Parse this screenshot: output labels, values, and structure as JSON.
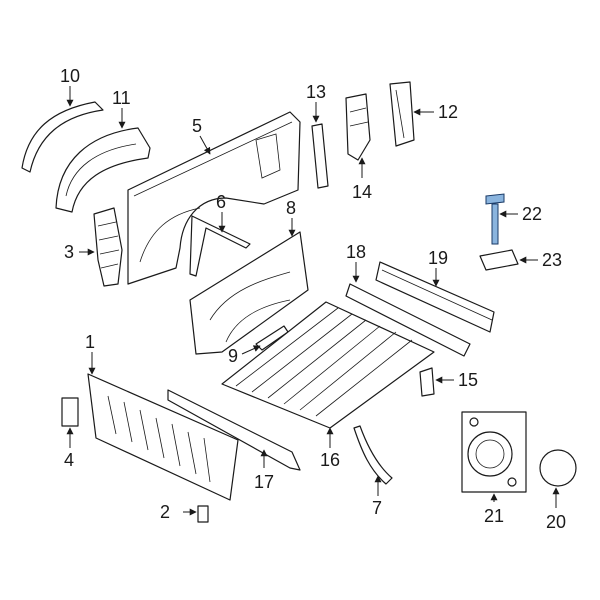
{
  "diagram": {
    "callouts": [
      {
        "id": "1",
        "label": "1"
      },
      {
        "id": "2",
        "label": "2"
      },
      {
        "id": "3",
        "label": "3"
      },
      {
        "id": "4",
        "label": "4"
      },
      {
        "id": "5",
        "label": "5"
      },
      {
        "id": "6",
        "label": "6"
      },
      {
        "id": "7",
        "label": "7"
      },
      {
        "id": "8",
        "label": "8"
      },
      {
        "id": "9",
        "label": "9"
      },
      {
        "id": "10",
        "label": "10"
      },
      {
        "id": "11",
        "label": "11"
      },
      {
        "id": "12",
        "label": "12"
      },
      {
        "id": "13",
        "label": "13"
      },
      {
        "id": "14",
        "label": "14"
      },
      {
        "id": "15",
        "label": "15"
      },
      {
        "id": "16",
        "label": "16"
      },
      {
        "id": "17",
        "label": "17"
      },
      {
        "id": "18",
        "label": "18"
      },
      {
        "id": "19",
        "label": "19"
      },
      {
        "id": "20",
        "label": "20"
      },
      {
        "id": "21",
        "label": "21"
      },
      {
        "id": "22",
        "label": "22"
      },
      {
        "id": "23",
        "label": "23"
      }
    ],
    "colors": {
      "line": "#1a1a1a",
      "highlight": "#8ab4de"
    }
  }
}
